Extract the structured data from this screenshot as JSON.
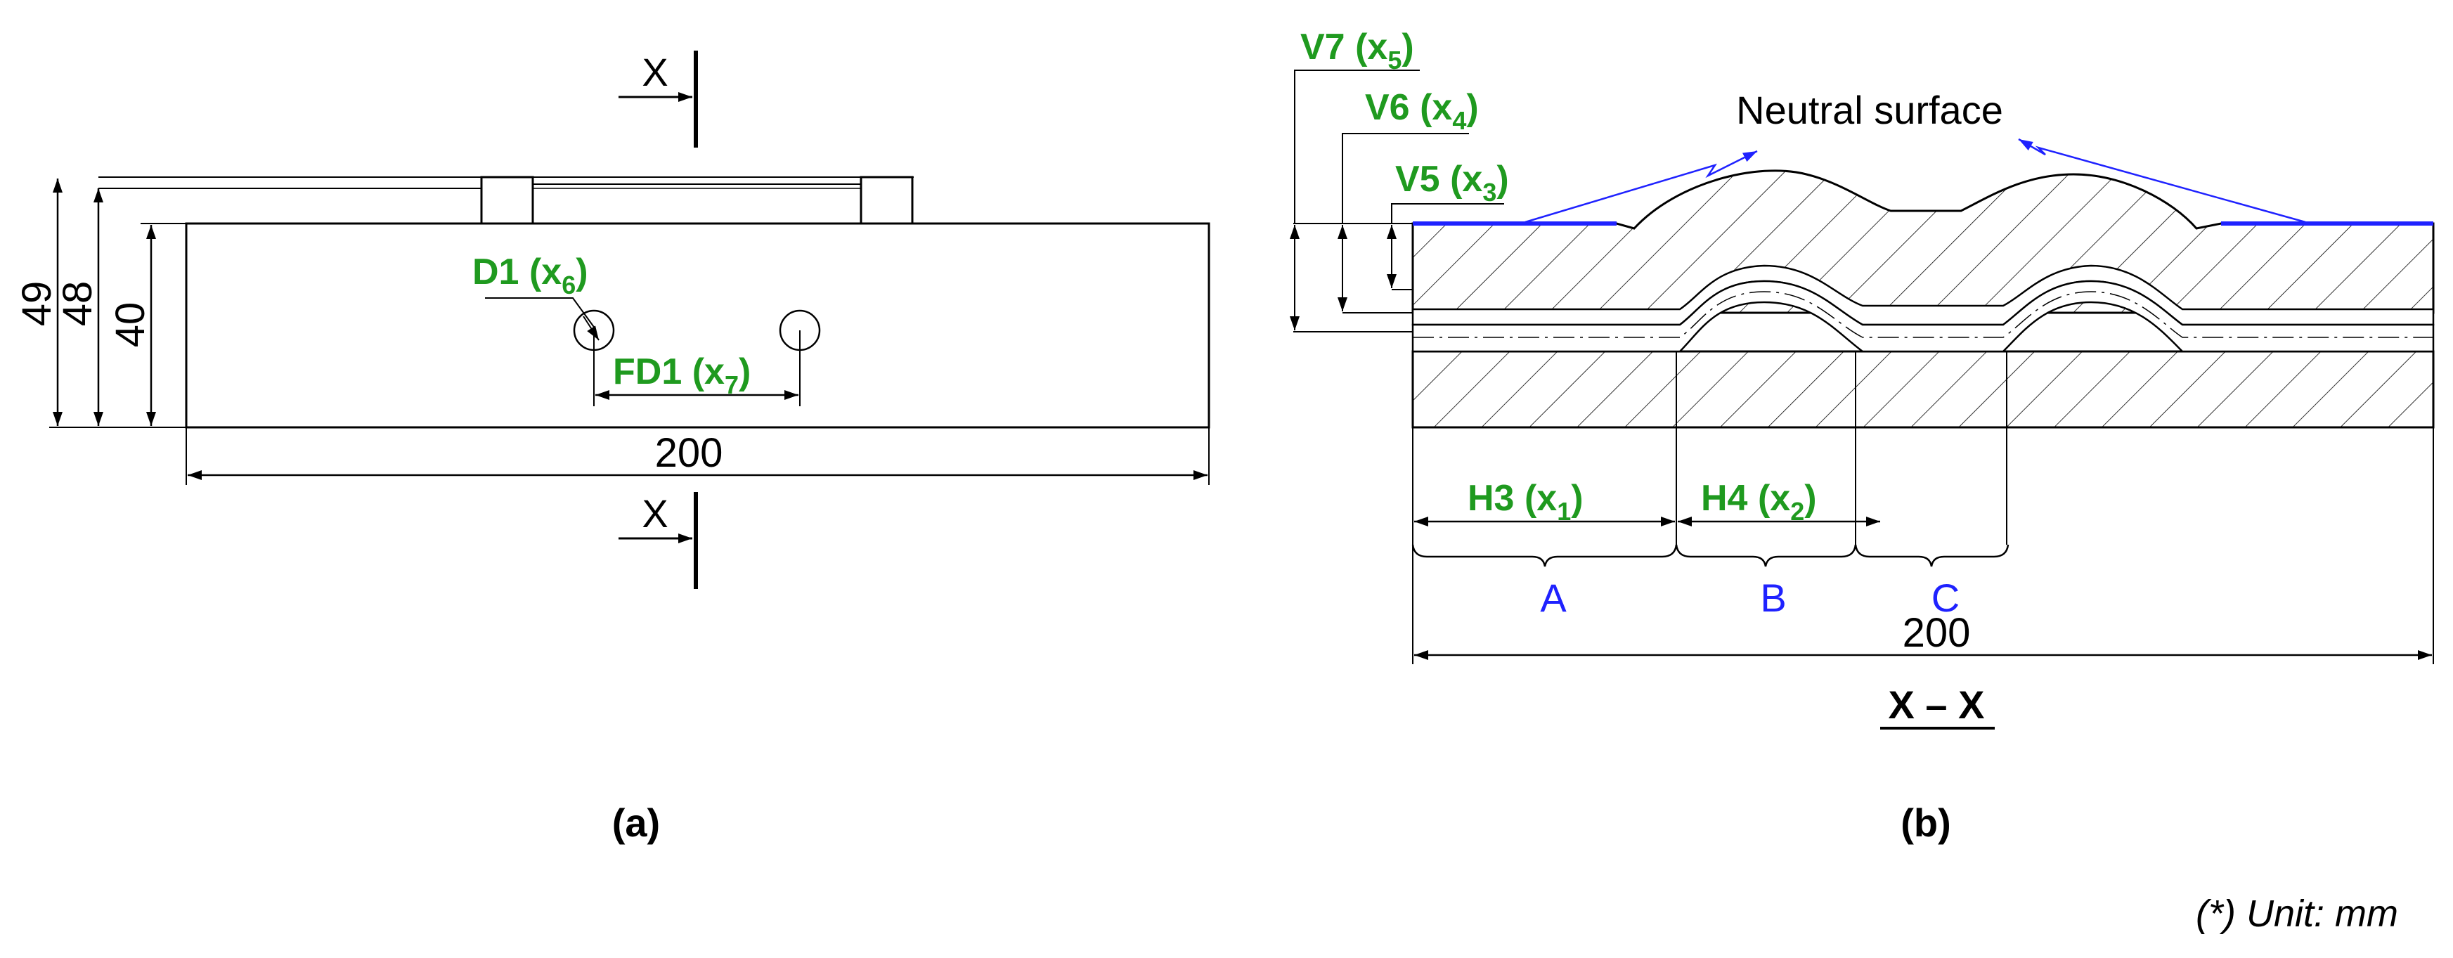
{
  "panel_a": {
    "caption": "(a)",
    "dims": {
      "overall_length": "200",
      "h49": "49",
      "h48": "48",
      "h40": "40"
    },
    "section_mark": "X",
    "vars": {
      "d1": {
        "name": "D1",
        "var": "(x",
        "sub": "6",
        "close": ")"
      },
      "fd1": {
        "name": "FD1",
        "var": "(x",
        "sub": "7",
        "close": ")"
      }
    }
  },
  "panel_b": {
    "caption": "(b)",
    "section_title": "X – X",
    "neutral_label": "Neutral surface",
    "dims": {
      "overall_length": "200"
    },
    "zones": [
      "A",
      "B",
      "C"
    ],
    "vars": {
      "v7": {
        "name": "V7",
        "var": "(x",
        "sub": "5",
        "close": ")"
      },
      "v6": {
        "name": "V6",
        "var": "(x",
        "sub": "4",
        "close": ")"
      },
      "v5": {
        "name": "V5",
        "var": "(x",
        "sub": "3",
        "close": ")"
      },
      "h3": {
        "name": "H3",
        "var": "(x",
        "sub": "1",
        "close": ")"
      },
      "h4": {
        "name": "H4",
        "var": "(x",
        "sub": "2",
        "close": ")"
      }
    }
  },
  "unit_note": "(*) Unit: mm",
  "colors": {
    "variable": "#1f9a1f",
    "zone": "#1f22ff",
    "neutral_line": "#1f22ff",
    "drawing": "#000000"
  }
}
